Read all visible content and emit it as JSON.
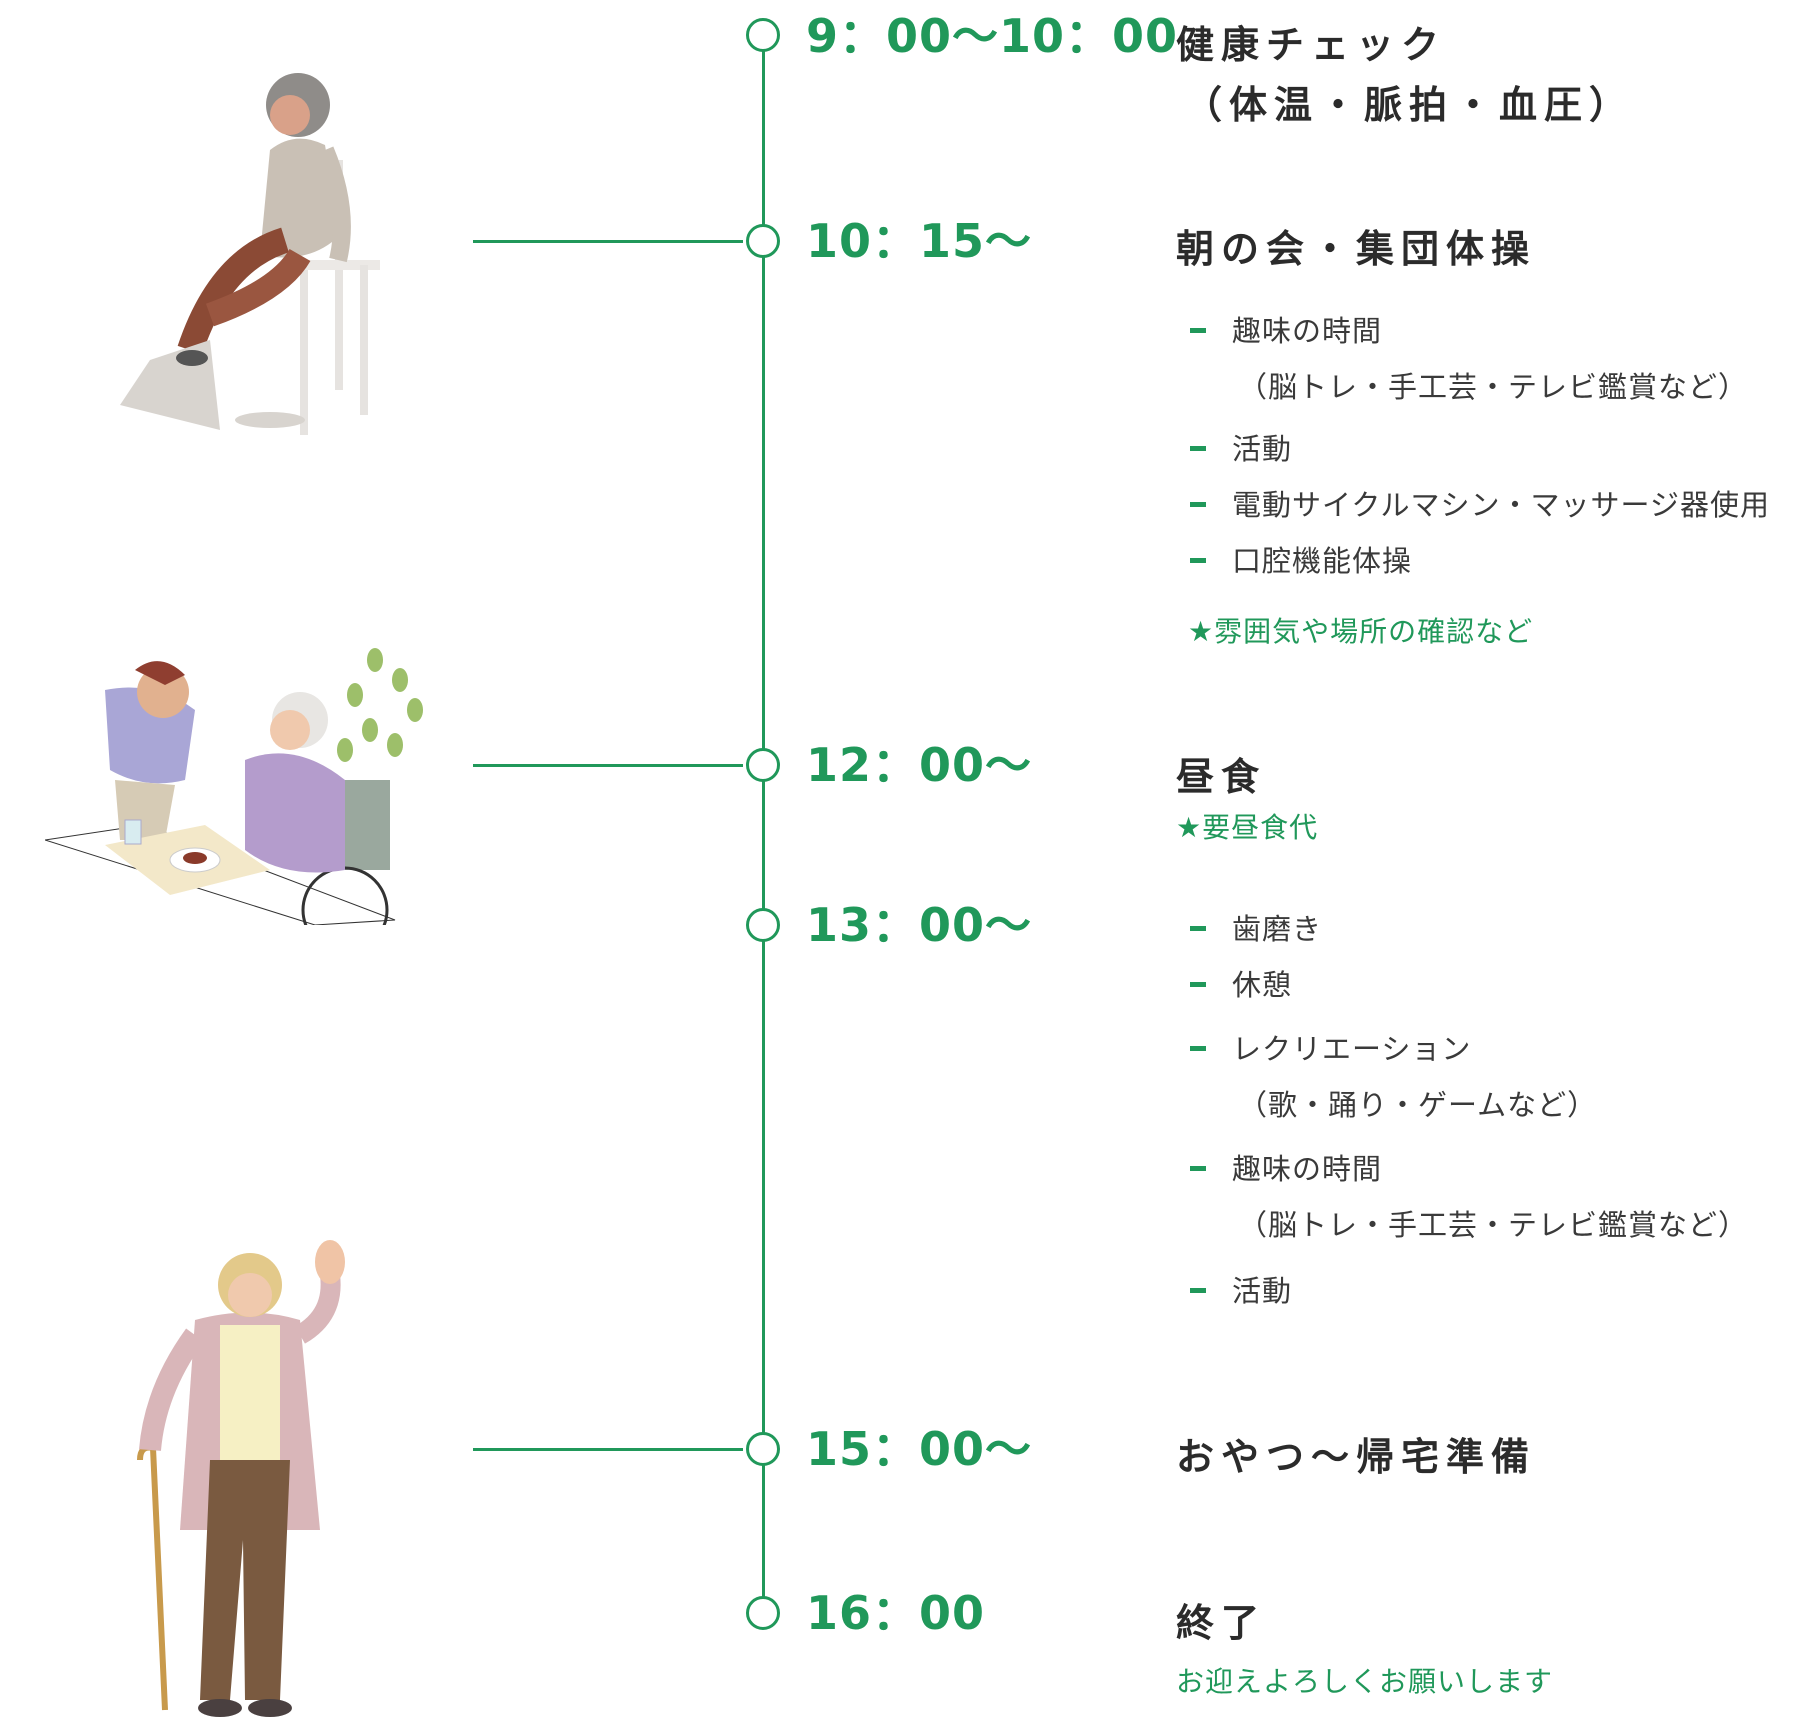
{
  "colors": {
    "accent": "#20985a",
    "text": "#2b2b2b"
  },
  "schedule": [
    {
      "time": "9：00〜10：00",
      "title": "健康チェック",
      "title2": "（体温・脈拍・血圧）"
    },
    {
      "time": "10：15〜",
      "title": "朝の会・集団体操",
      "items": [
        {
          "label": "趣味の時間",
          "sub": "（脳トレ・手工芸・テレビ鑑賞など）"
        },
        {
          "label": "活動"
        },
        {
          "label": "電動サイクルマシン・マッサージ器使用"
        },
        {
          "label": "口腔機能体操"
        }
      ],
      "note": "★雰囲気や場所の確認など"
    },
    {
      "time": "12：00〜",
      "title": "昼食",
      "note": "★要昼食代"
    },
    {
      "time": "13：00〜",
      "items": [
        {
          "label": "歯磨き"
        },
        {
          "label": "休憩"
        },
        {
          "label": "レクリエーション",
          "sub": "（歌・踊り・ゲームなど）"
        },
        {
          "label": "趣味の時間",
          "sub": "（脳トレ・手工芸・テレビ鑑賞など）"
        },
        {
          "label": "活動"
        }
      ]
    },
    {
      "time": "15：00〜",
      "title": "おやつ〜帰宅準備"
    },
    {
      "time": "16：00",
      "title": "終了",
      "note": "お迎えよろしくお願いします"
    }
  ],
  "illustrations": [
    {
      "icon": "elderly-man-cycling-machine-icon"
    },
    {
      "icon": "caregiver-serving-meal-icon"
    },
    {
      "icon": "elderly-woman-waving-with-cane-icon"
    }
  ]
}
